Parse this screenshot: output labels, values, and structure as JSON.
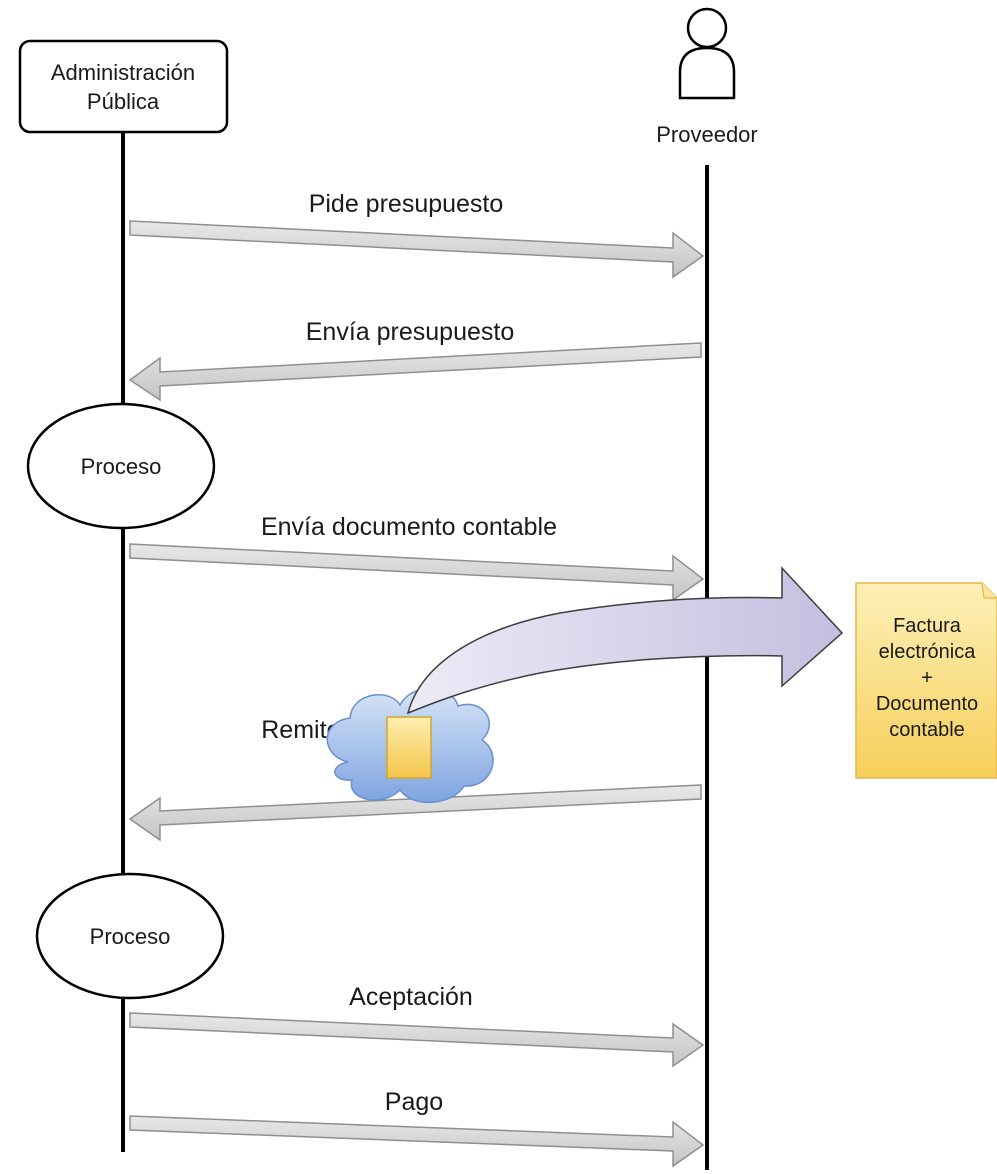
{
  "actors": {
    "admin": {
      "line1": "Administración",
      "line2": "Pública"
    },
    "provider": {
      "label": "Proveedor",
      "icon": "person-icon"
    }
  },
  "messages": [
    {
      "label": "Pide presupuesto",
      "direction": "right"
    },
    {
      "label": "Envía presupuesto",
      "direction": "left"
    },
    {
      "label": "Envía documento contable",
      "direction": "right"
    },
    {
      "label": "Remite a FACe",
      "direction": "left",
      "via": "cloud-icon"
    },
    {
      "label": "Aceptación",
      "direction": "right"
    },
    {
      "label": "Pago",
      "direction": "right"
    }
  ],
  "processes": [
    {
      "label": "Proceso"
    },
    {
      "label": "Proceso"
    }
  ],
  "note": {
    "line1": "Factura",
    "line2": "electrónica",
    "line3": "+",
    "line4": "Documento",
    "line5": "contable"
  },
  "colors": {
    "arrow_fill": "#d6d6d6",
    "arrow_stroke": "#8f8f8f",
    "note_fill": "#fbdc7a",
    "curve_arrow_fill": "#d1cde8",
    "cloud_fill": "#a9c4ec"
  }
}
